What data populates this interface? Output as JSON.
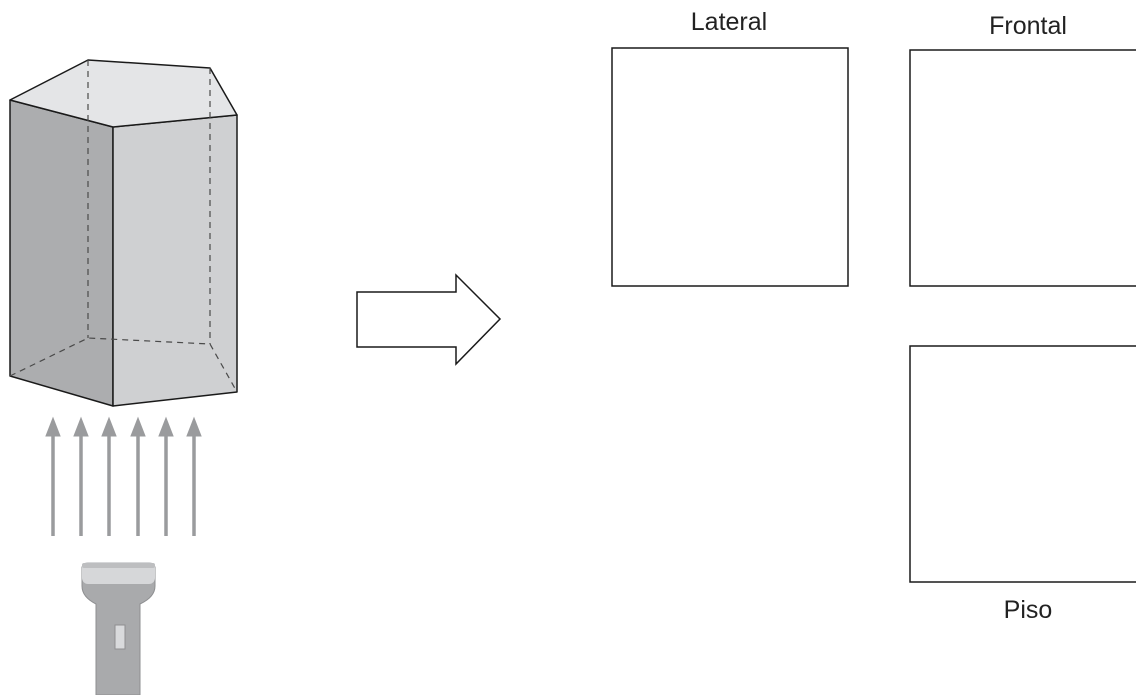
{
  "views": {
    "lateral": "Lateral",
    "frontal": "Frontal",
    "piso": "Piso"
  },
  "colors": {
    "prism_front_face": "#cfd0d2",
    "prism_left_face": "#acadaf",
    "prism_top_face": "#e4e5e7",
    "light_arrows": "#9a9b9d",
    "flashlight_body": "#a9aaac",
    "flashlight_head": "#d6d7d9",
    "outline": "#1a1a1a"
  },
  "icons": {
    "solid": "pentagonal-prism-icon",
    "light_source": "flashlight-icon",
    "direction": "right-arrow-icon"
  }
}
